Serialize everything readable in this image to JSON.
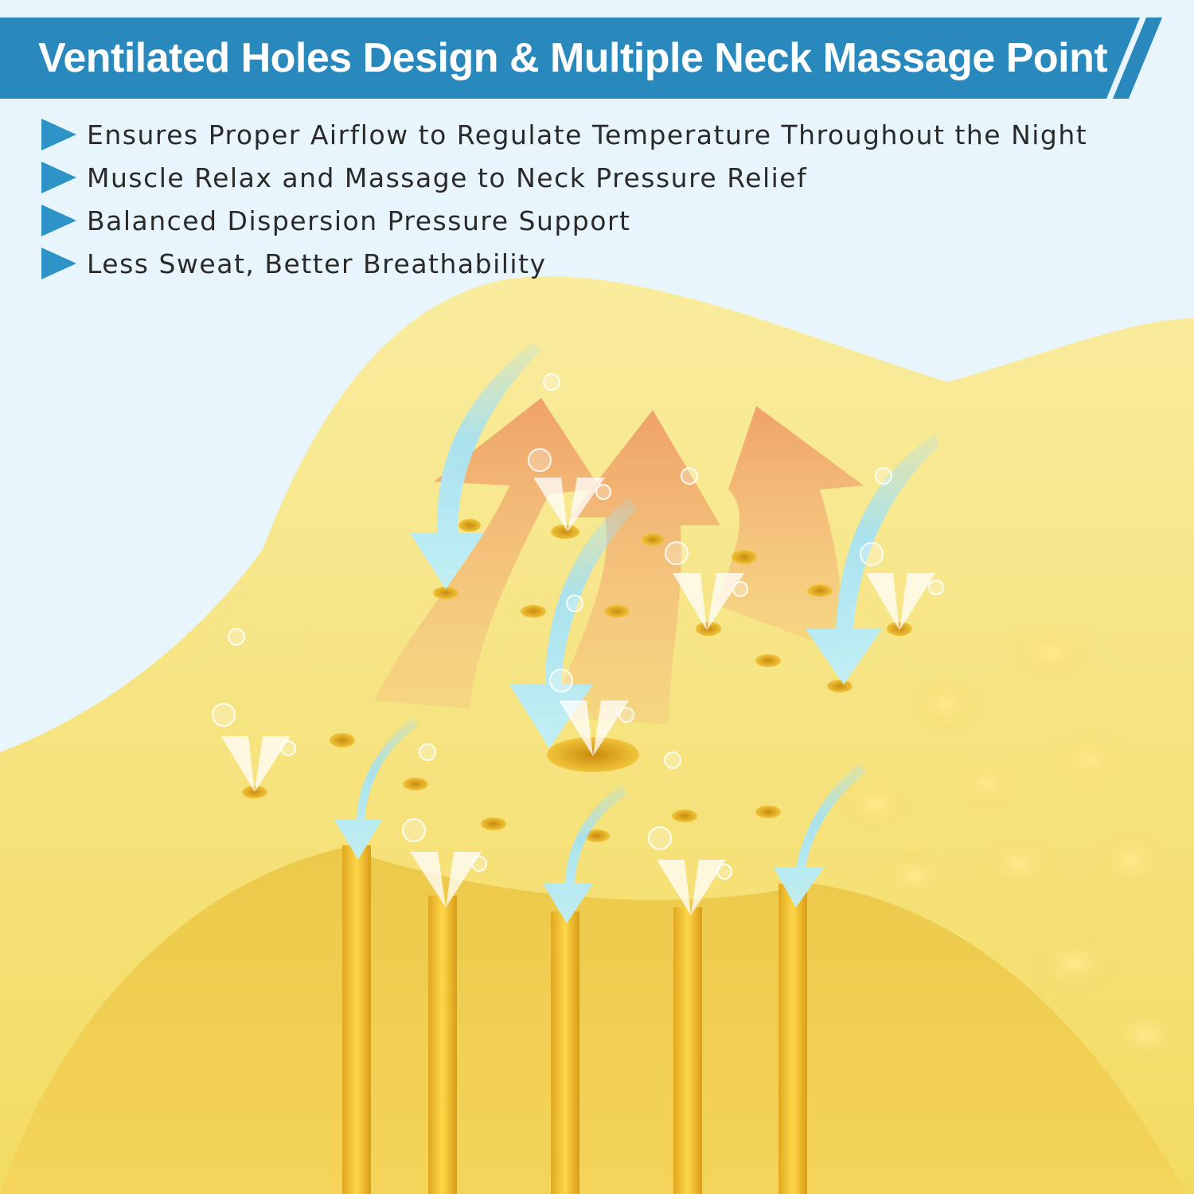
{
  "header": {
    "title": "Ventilated Holes Design & Multiple Neck Massage Point"
  },
  "features": [
    {
      "icon": "triangle-bullet-icon",
      "text": "Ensures Proper Airflow to Regulate Temperature Throughout the Night"
    },
    {
      "icon": "triangle-bullet-icon",
      "text": "Muscle Relax and Massage to Neck Pressure Relief"
    },
    {
      "icon": "triangle-bullet-icon",
      "text": "Balanced Dispersion Pressure Support"
    },
    {
      "icon": "triangle-bullet-icon",
      "text": "Less Sweat, Better Breathability"
    }
  ],
  "colors": {
    "banner_blue": "#2989bd",
    "background": "#e8f5fc",
    "foam_yellow": "#f3dd6d",
    "warm_arrow": "#f0a06a",
    "cool_arrow": "#a6e2f2"
  }
}
